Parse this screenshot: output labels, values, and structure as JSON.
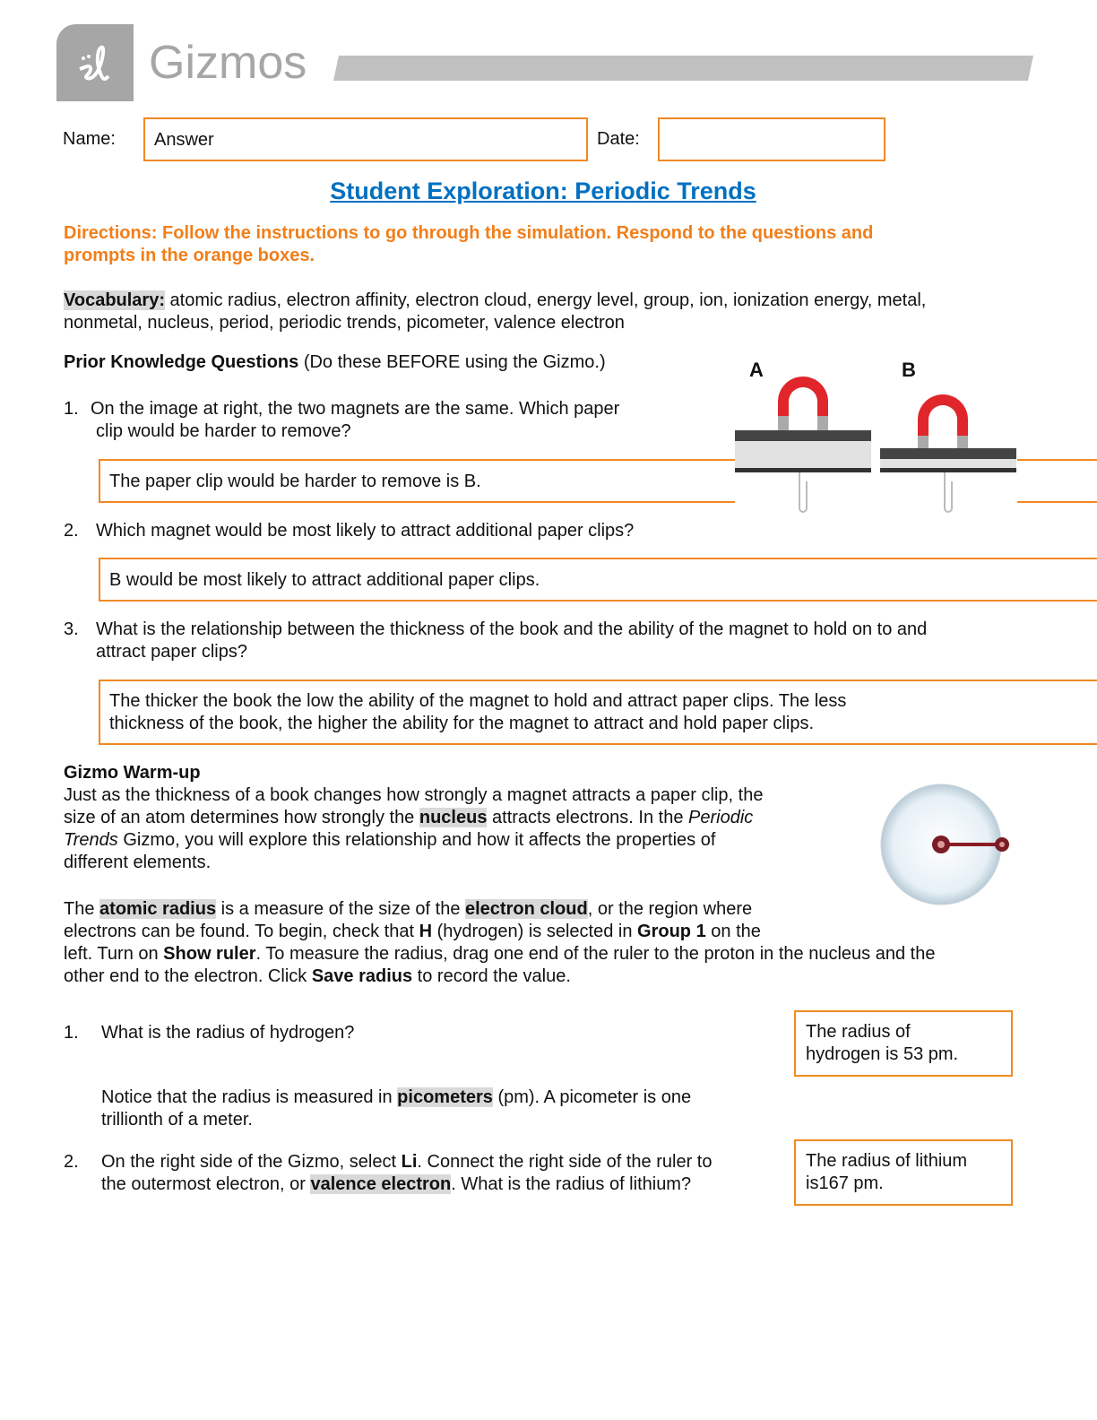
{
  "header": {
    "logo_text": "Gizmos",
    "logo_mark": "el"
  },
  "form": {
    "name_label": "Name:",
    "name_value": "Answer",
    "date_label": "Date:",
    "date_value": ""
  },
  "title": "Student Exploration: Periodic Trends",
  "directions": [
    "Directions: Follow the instructions to go through the simulation. Respond to the questions and",
    "prompts in the orange boxes."
  ],
  "vocabulary": {
    "label": "Vocabulary:",
    "line1": " atomic radius, electron affinity, electron cloud, energy level, group, ion, ionization energy, metal,",
    "line2": "nonmetal, nucleus, period, periodic trends, picometer, valence electron"
  },
  "prior": {
    "heading": "Prior Knowledge Questions",
    "note": " (Do these BEFORE using the Gizmo.)",
    "questions": [
      {
        "num": "1.",
        "lines": [
          "On the image at right, the two magnets are the same. Which paper",
          "clip would be harder to remove?"
        ],
        "answer": [
          "The paper clip would be harder to remove is B."
        ]
      },
      {
        "num": "2.",
        "lines": [
          "Which magnet would be most likely to attract additional paper clips?"
        ],
        "answer": [
          "B would be most likely to attract additional paper clips."
        ]
      },
      {
        "num": "3.",
        "lines": [
          "What is the relationship between the thickness of the book and the ability of the magnet to hold on to and",
          "attract paper clips?"
        ],
        "answer": [
          "The thicker the book the low the ability of the magnet to hold and attract paper clips. The less",
          "thickness of the book, the higher the ability for the magnet to attract and hold paper clips."
        ]
      }
    ],
    "image_labels": [
      "A",
      "B"
    ]
  },
  "warmup": {
    "heading": "Gizmo Warm-up",
    "p1": {
      "a": "Just as the thickness of a book changes how strongly a magnet attracts a paper clip, the",
      "b1": "size of an atom determines how strongly the ",
      "b2": "nucleus",
      "b3": " attracts electrons. In the ",
      "b4": "Periodic",
      "c1": "Trends",
      "c2": " Gizmo, you will explore this relationship and how it affects the properties of",
      "d": "different elements."
    },
    "p2": {
      "a1": "The ",
      "a2": "atomic radius",
      "a3": " is a measure of the size of the ",
      "a4": "electron cloud",
      "a5": ", or the region where",
      "b1": "electrons can be found. To begin, check that ",
      "b2": "H",
      "b3": " (hydrogen) is selected in ",
      "b4": "Group 1",
      "b5": " on the",
      "c1": "left. Turn on ",
      "c2": "Show ruler",
      "c3": ". To measure the radius, drag one end of the ruler to the proton in the nucleus and the",
      "d1": "other end to the electron. Click ",
      "d2": "Save radius",
      "d3": " to record the value."
    },
    "q1": {
      "num": "1.",
      "text": "What is the radius of hydrogen?",
      "answer": [
        "The radius of",
        "hydrogen is 53 pm."
      ]
    },
    "notice": {
      "a1": "Notice that the radius is measured in ",
      "a2": "picometers",
      "a3": " (pm). A picometer is one",
      "b": "trillionth of a meter."
    },
    "q2": {
      "num": "2.",
      "a1": "On the right side of the Gizmo, select ",
      "a2": "Li",
      "a3": ". Connect the right side of the ruler to",
      "b1": "the outermost electron, or ",
      "b2": "valence electron",
      "b3": ". What is the radius of lithium?",
      "answer": [
        "The radius of lithium",
        "is167 pm."
      ]
    }
  }
}
